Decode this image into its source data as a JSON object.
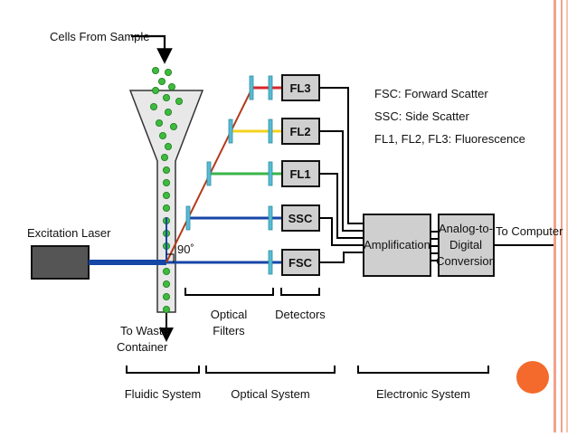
{
  "colors": {
    "accent_border": "#f4a38a",
    "orange_dot": "#f46a2c",
    "cell_green": "#3dbb3d",
    "laser_blue": "#1646a6",
    "fl3_red": "#d8262a",
    "fl2_yellow": "#f5d21c",
    "fl1_green": "#3ab54a",
    "filter_cyan": "#58bcd3",
    "detector_gray": "#cfcfcf",
    "funnel_gray": "#e8e8e8"
  },
  "labels": {
    "cells_from_sample": "Cells From Sample",
    "excitation_laser": "Excitation Laser",
    "angle": "90˚",
    "to_waste_line1": "To Waste",
    "to_waste_line2": "Container",
    "optical_filters_line1": "Optical",
    "optical_filters_line2": "Filters",
    "detectors": "Detectors",
    "to_computer": "To Computer"
  },
  "detectors": {
    "fl3": "FL3",
    "fl2": "FL2",
    "fl1": "FL1",
    "ssc": "SSC",
    "fsc": "FSC"
  },
  "electronics": {
    "amplification": "Amplification",
    "adc_line1": "Analog-to-",
    "adc_line2": "Digital",
    "adc_line3": "Conversion"
  },
  "legend": {
    "fsc": "FSC: Forward Scatter",
    "ssc": "SSC: Side Scatter",
    "fl": "FL1, FL2, FL3: Fluorescence"
  },
  "systems": {
    "fluidic": "Fluidic System",
    "optical": "Optical System",
    "electronic": "Electronic System"
  }
}
